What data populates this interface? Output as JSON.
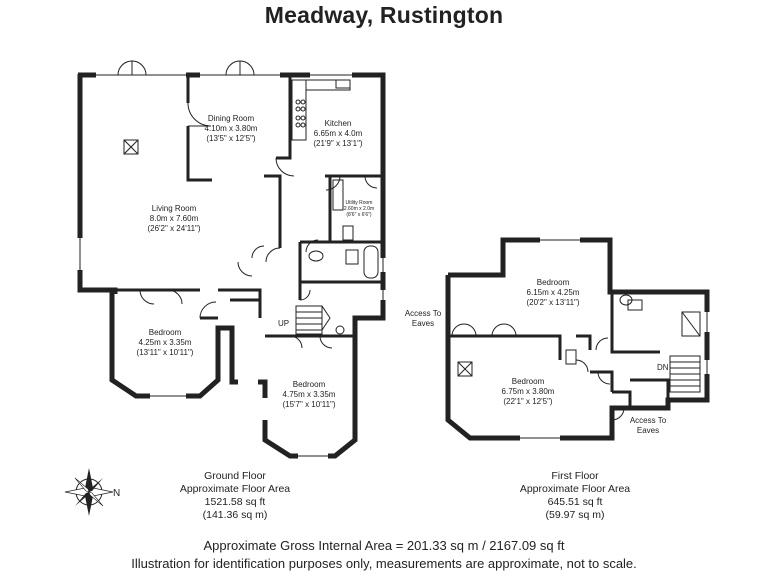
{
  "title": "Meadway, Rustington",
  "ground_floor": {
    "rooms": {
      "living": {
        "name": "Living Room",
        "dims": "8.0m x 7.60m",
        "imperial": "(26'2\" x 24'11\")"
      },
      "dining": {
        "name": "Dining Room",
        "dims": "4.10m x 3.80m",
        "imperial": "(13'5\" x 12'5\")"
      },
      "kitchen": {
        "name": "Kitchen",
        "dims": "6.65m x 4.0m",
        "imperial": "(21'9\" x 13'1\")"
      },
      "utility": {
        "name": "Utility Room",
        "dims": "2.60m x 2.0m",
        "imperial": "(8'6\" x 6'6\")"
      },
      "bed1": {
        "name": "Bedroom",
        "dims": "4.25m x 3.35m",
        "imperial": "(13'11\" x 10'11\")"
      },
      "bed2": {
        "name": "Bedroom",
        "dims": "4.75m x 3.35m",
        "imperial": "(15'7\" x 10'11\")"
      }
    },
    "up_label": "UP",
    "caption": {
      "line1": "Ground Floor",
      "line2": "Approximate Floor Area",
      "line3": "1521.58 sq ft",
      "line4": "(141.36 sq m)"
    }
  },
  "first_floor": {
    "rooms": {
      "bed3": {
        "name": "Bedroom",
        "dims": "6.15m x 4.25m",
        "imperial": "(20'2\" x 13'11\")"
      },
      "bed4": {
        "name": "Bedroom",
        "dims": "6.75m x 3.80m",
        "imperial": "(22'1\" x 12'5\")"
      }
    },
    "access_left_1": "Access To",
    "access_left_2": "Eaves",
    "access_right_1": "Access To",
    "access_right_2": "Eaves",
    "dn_label": "DN",
    "caption": {
      "line1": "First Floor",
      "line2": "Approximate Floor Area",
      "line3": "645.51 sq ft",
      "line4": "(59.97 sq m)"
    }
  },
  "compass": {
    "label": "N",
    "icon": "compass-rose-icon"
  },
  "footer": {
    "gross": "Approximate Gross Internal Area = 201.33 sq m / 2167.09 sq ft",
    "disclaimer": "Illustration for identification purposes only, measurements are approximate, not to scale."
  }
}
